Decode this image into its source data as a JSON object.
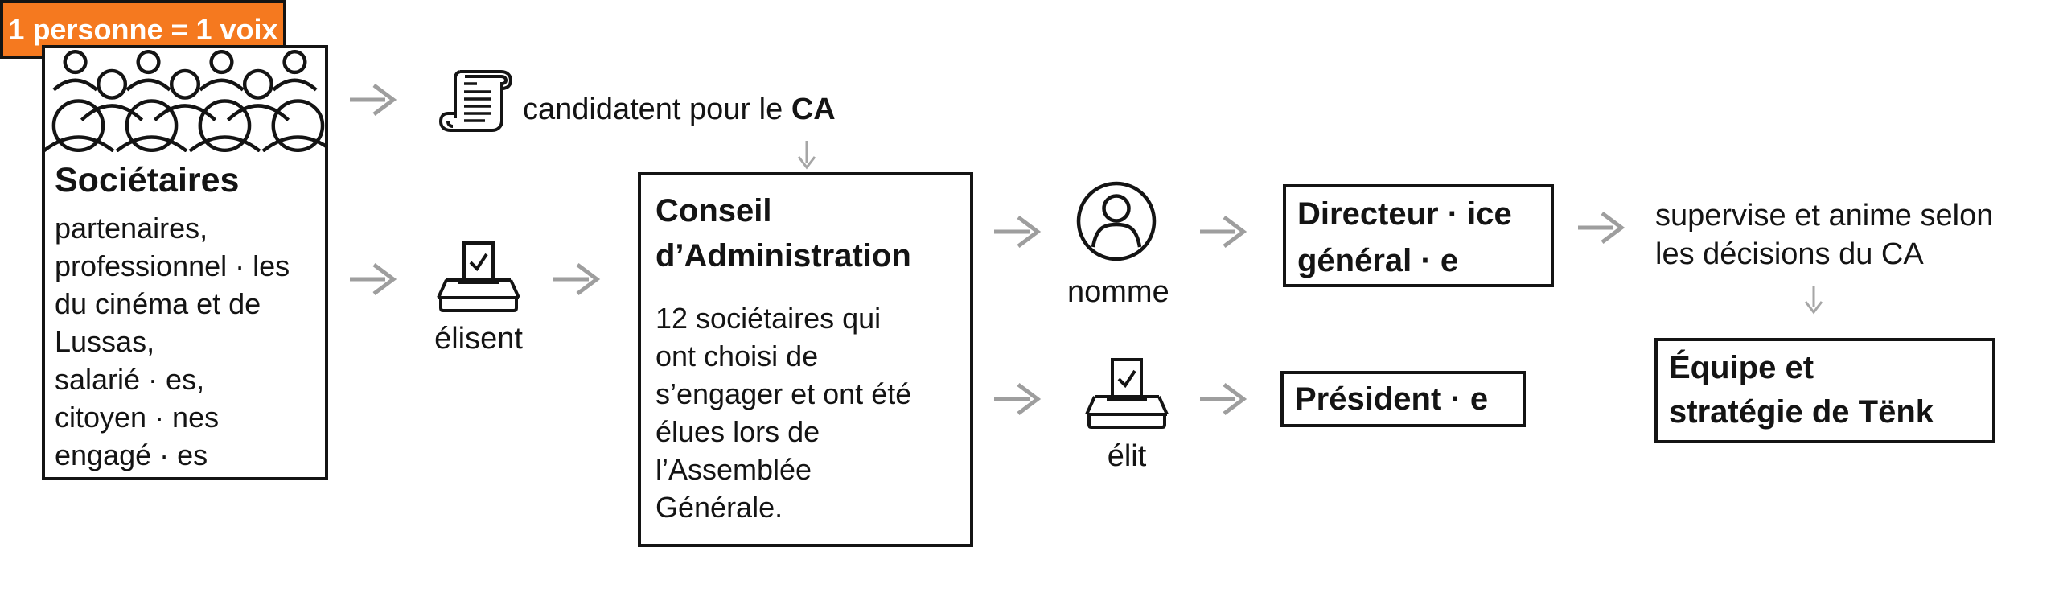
{
  "palette": {
    "accent_orange": "#F5791F",
    "arrow_gray": "#9E9E9E",
    "ink": "#141414",
    "background": "#FFFFFF"
  },
  "icons": {
    "crowd": "crowd-icon",
    "scroll": "scroll-candidacy-icon",
    "ballot": "ballot-box-icon",
    "person": "person-icon",
    "arrow_right": "arrow-right-icon",
    "arrow_down": "arrow-down-icon"
  },
  "societaires": {
    "title": "Sociétaires",
    "description": "partenaires,\nprofessionnel · les\ndu cinéma et de\nLussas,\nsalarié · es,\ncitoyen · nes\nengagé · es",
    "badge": "1 personne = 1 voix"
  },
  "candidacy": {
    "label_prefix": "candidatent pour le ",
    "label_bold": "CA"
  },
  "elect_ca": {
    "label": "élisent"
  },
  "conseil": {
    "title": "Conseil\nd’Administration",
    "description": "12 sociétaires qui\nont choisi de\ns’engager et ont été\nélues lors de\nl’Assemblée\nGénérale."
  },
  "nominate": {
    "label": "nomme"
  },
  "directeur": {
    "title": "Directeur · ice\ngénéral · e"
  },
  "supervise": {
    "label": "supervise et anime selon\nles décisions du CA"
  },
  "equipe": {
    "title": "Équipe et\nstratégie de Tënk"
  },
  "elect_president": {
    "label": "élit"
  },
  "president": {
    "title": "Président · e"
  }
}
